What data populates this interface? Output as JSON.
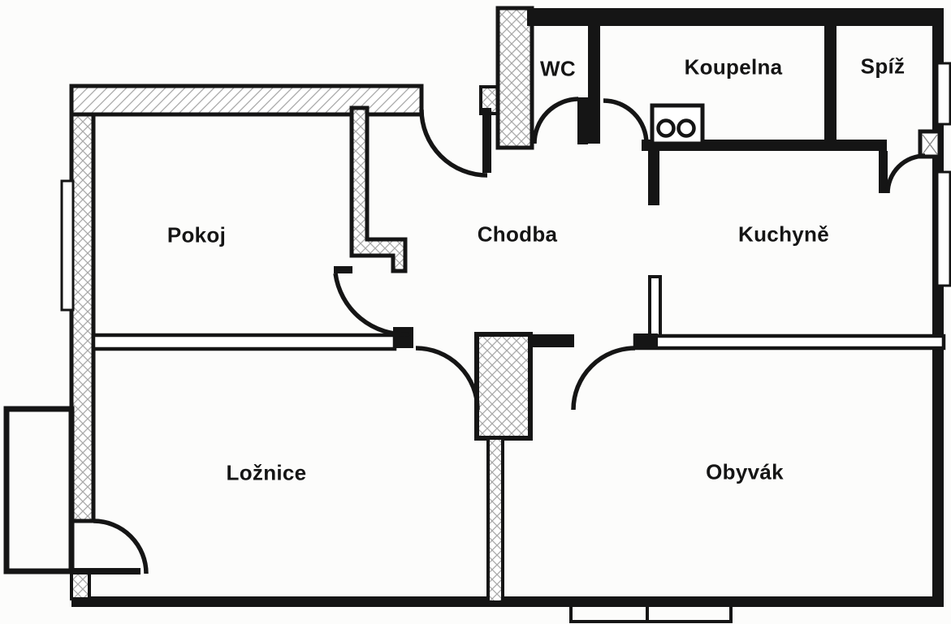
{
  "document": {
    "type": "apartment-floor-plan",
    "language": "cs"
  },
  "rooms": {
    "pokoj": {
      "label": "Pokoj"
    },
    "chodba": {
      "label": "Chodba"
    },
    "kuchyne": {
      "label": "Kuchyně"
    },
    "wc": {
      "label": "WC"
    },
    "koupelna": {
      "label": "Koupelna"
    },
    "spiz": {
      "label": "Spíž"
    },
    "loznice": {
      "label": "Ložnice"
    },
    "obyvak": {
      "label": "Obyvák"
    }
  },
  "fixtures": {
    "stove": "two-burner-stove-icon",
    "shaft": "shaft-cross-box-icon",
    "windows": [
      "left-exterior-window",
      "spiz-exterior-window",
      "kitchen-exterior-window"
    ],
    "balconies": [
      "left-balcony",
      "bottom-balcony"
    ]
  },
  "colors": {
    "wall": "#151515",
    "hatch": "#a9a9a9",
    "background": "#fcfcfb",
    "wall_fill": "#ffffff"
  }
}
